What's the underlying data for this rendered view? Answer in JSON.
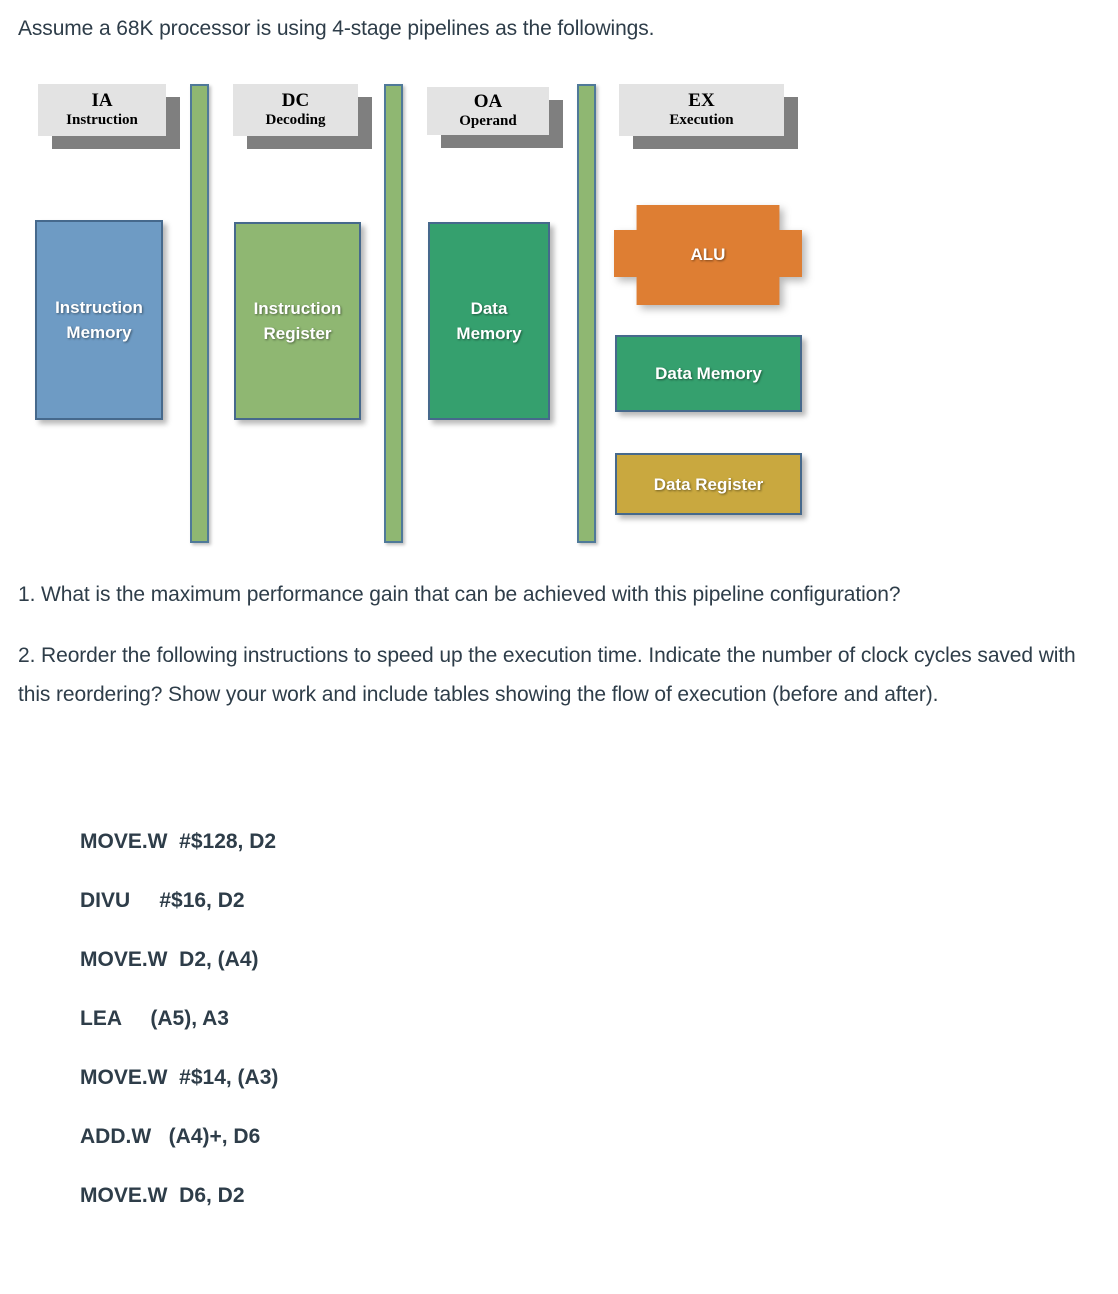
{
  "intro": "Assume a 68K processor is using 4-stage pipelines as the followings.",
  "diagram": {
    "stages": [
      {
        "abbr": "IA",
        "sub": "Instruction"
      },
      {
        "abbr": "DC",
        "sub": "Decoding"
      },
      {
        "abbr": "OA",
        "sub": "Operand"
      },
      {
        "abbr": "EX",
        "sub": "Execution"
      }
    ],
    "units": [
      {
        "label": "Instruction Memory",
        "line1": "Instruction",
        "line2": "Memory",
        "color": "#6E9BC4"
      },
      {
        "label": "Instruction Register",
        "line1": "Instruction",
        "line2": "Register",
        "color": "#8FB772"
      },
      {
        "label": "Data Memory",
        "line1": "Data",
        "line2": "Memory",
        "color": "#35A06E"
      },
      {
        "label": "ALU",
        "line1": "ALU",
        "line2": "",
        "color": "#DE7E33"
      },
      {
        "label": "Data Memory",
        "line1": "Data Memory",
        "line2": "",
        "color": "#35A06E"
      },
      {
        "label": "Data Register",
        "line1": "Data Register",
        "line2": "",
        "color": "#C9A83F"
      }
    ],
    "separator_color": "#8FB772",
    "separator_border_color": "#4F7999",
    "header_color": "#E3E3E3",
    "header_shadow_color": "#7F7F7F"
  },
  "questions": [
    "1. What is the maximum performance gain that can be achieved with this pipeline configuration?",
    "2. Reorder the following instructions to speed up the execution time. Indicate the number of clock cycles saved with this reordering? Show your work and include tables showing the flow of execution (before and after)."
  ],
  "instructions": [
    "MOVE.W  #$128, D2",
    "DIVU     #$16, D2",
    "MOVE.W  D2, (A4)",
    "LEA     (A5), A3",
    "MOVE.W  #$14, (A3)",
    "ADD.W   (A4)+, D6",
    "MOVE.W  D6, D2"
  ]
}
